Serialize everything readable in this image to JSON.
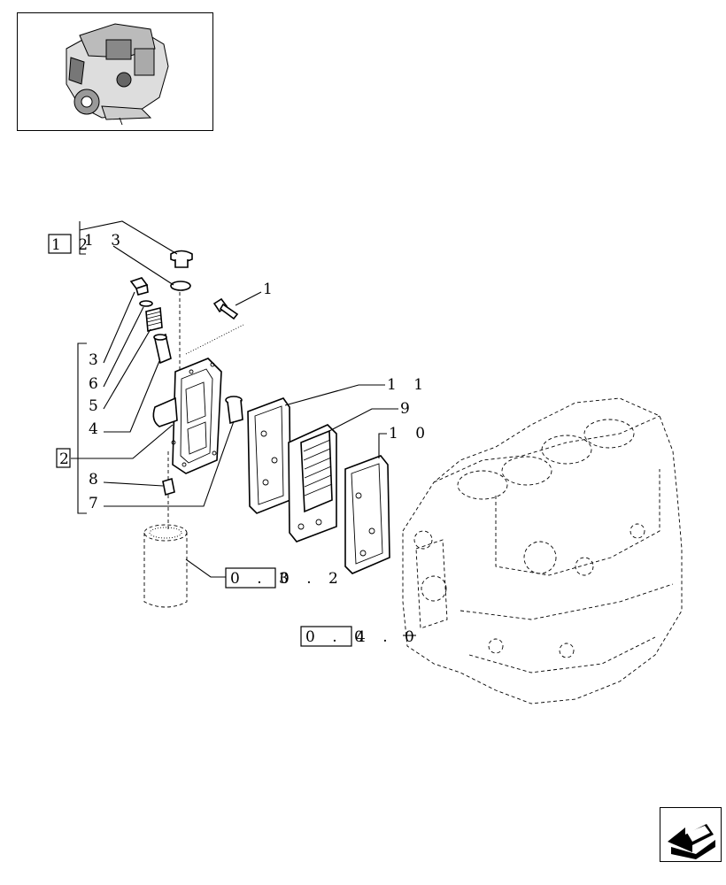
{
  "callouts": {
    "p1": "1",
    "p2": "2",
    "p3": "3",
    "p4": "4",
    "p5": "5",
    "p6": "6",
    "p7": "7",
    "p8": "8",
    "p9": "9",
    "p10": "1 0",
    "p11": "1 1",
    "p12": "1 2",
    "p13": "1 3"
  },
  "refs": {
    "filter_ref_boxed": "0 . 3",
    "filter_ref_rest": "0 . 2",
    "block_ref_boxed": "0 . 0",
    "block_ref_rest": "4 . 0"
  },
  "icons": {
    "thumbnail": "engine-thumbnail-icon",
    "nav": "next-page-arrow-icon"
  }
}
